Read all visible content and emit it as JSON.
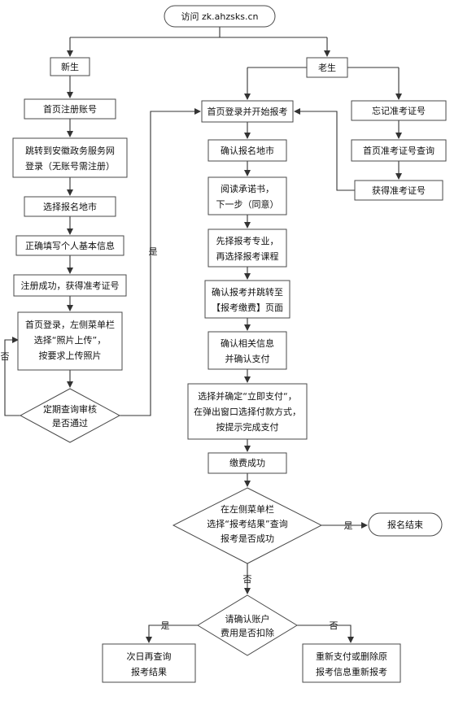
{
  "nodes": {
    "start": "访问 zk.ahzsks.cn",
    "new": "新生",
    "old": "老生",
    "n1": "首页注册账号",
    "n2a": "跳转到安徽政务服务网",
    "n2b": "登录（无账号需注册）",
    "n3": "选择报名地市",
    "n4": "正确填写个人基本信息",
    "n5": "注册成功，获得准考证号",
    "n6a": "首页登录，左侧菜单栏",
    "n6b": "选择“照片上传”，",
    "n6c": "按要求上传照片",
    "d1a": "定期查询审核",
    "d1b": "是否通过",
    "m1": "首页登录并开始报考",
    "m2": "确认报名地市",
    "m3a": "阅读承诺书，",
    "m3b": "下一步（同意）",
    "m4a": "先择报考专业，",
    "m4b": "再选择报考课程",
    "m5a": "确认报考并跳转至",
    "m5b": "【报考缴费】页面",
    "m6a": "确认相关信息",
    "m6b": "并确认支付",
    "m7a": "选择并确定“立即支付“，",
    "m7b": "在弹出窗口选择付款方式，",
    "m7c": "按提示完成支付",
    "m8": "缴费成功",
    "d2a": "在左侧菜单栏",
    "d2b": "选择“报考结果”查询",
    "d2c": "报考是否成功",
    "end": "报名结束",
    "d3a": "请确认账户",
    "d3b": "费用是否扣除",
    "r1": "忘记准考证号",
    "r2": "首页准考证号查询",
    "r3": "获得准考证号",
    "b1a": "次日再查询",
    "b1b": "报考结果",
    "b2a": "重新支付或删除原",
    "b2b": "报考信息重新报考"
  },
  "edges": {
    "yes": "是",
    "no": "否"
  }
}
